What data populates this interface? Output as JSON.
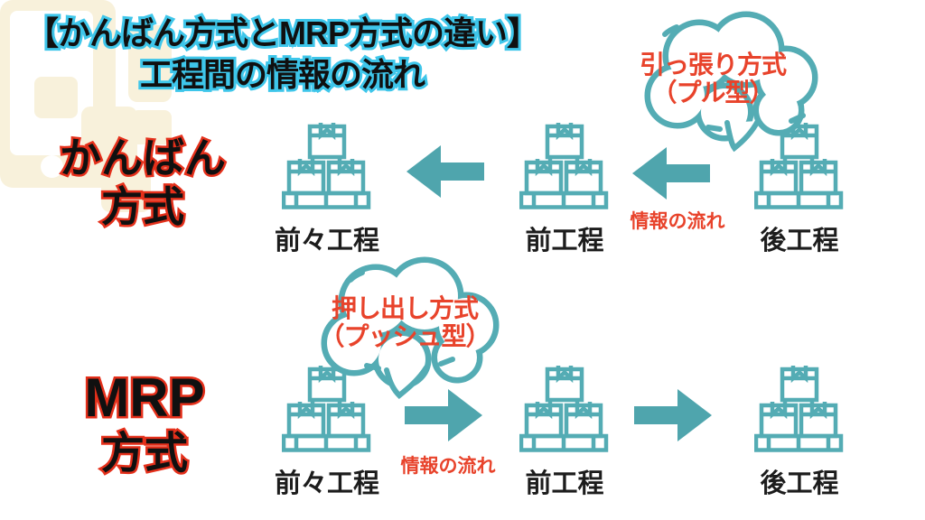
{
  "title": {
    "line1": "【かんばん方式とMRP方式の違い】",
    "line2": "工程間の情報の流れ"
  },
  "colors": {
    "teal": "#4fa5ad",
    "teal_light": "#54acb4",
    "red": "#e8432b",
    "red_outline": "#e5301b",
    "cyan_outline": "#3ec6ea",
    "cream": "#f8f1db",
    "text_dark": "#1c1c1c"
  },
  "kanban": {
    "method_line1": "かんばん",
    "method_line2": "方式",
    "bubble_line1": "引っ張り方式",
    "bubble_line2": "（プル型）",
    "flow_label": "情報の流れ",
    "flow_direction": "left",
    "processes": [
      {
        "label": "前々工程"
      },
      {
        "label": "前工程"
      },
      {
        "label": "後工程"
      }
    ]
  },
  "mrp": {
    "method_line1": "MRP",
    "method_line2": "方式",
    "bubble_line1": "押し出し方式",
    "bubble_line2": "（プッシュ型）",
    "flow_label": "情報の流れ",
    "flow_direction": "right",
    "processes": [
      {
        "label": "前々工程"
      },
      {
        "label": "前工程"
      },
      {
        "label": "後工程"
      }
    ]
  },
  "icons": {
    "process": "pallet-boxes-icon",
    "bubble": "cloud-speech-bubble-icon",
    "arrow_left": "arrow-left-icon",
    "arrow_right": "arrow-right-icon",
    "decoration": "smartphone-decoration"
  }
}
